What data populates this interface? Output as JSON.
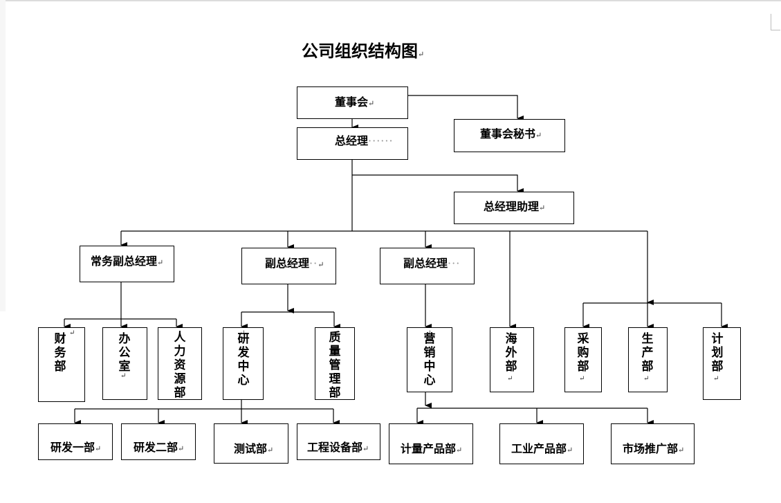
{
  "page": {
    "title": "公司组织结构图",
    "para_mark": "↵"
  },
  "nodes": {
    "board": "董事会",
    "board_secretary": "董事会秘书",
    "general_manager": "总经理",
    "gm_assistant": "总经理助理",
    "executive_vp": "常务副总经理",
    "vp_1": "副总经理",
    "vp_2": "副总经理",
    "finance": "财务部",
    "office": "办公室",
    "hr": "人力资源部",
    "rd_center": "研发中心",
    "quality": "质量管理部",
    "sales_center": "营销中心",
    "overseas": "海外部",
    "purchasing": "采购部",
    "production": "生产部",
    "planning": "计划部",
    "rd_1": "研发一部",
    "rd_2": "研发二部",
    "testing": "测试部",
    "engineering_equipment": "工程设备部",
    "metering_products": "计量产品部",
    "industrial_products": "工业产品部",
    "marketing": "市场推广部"
  }
}
